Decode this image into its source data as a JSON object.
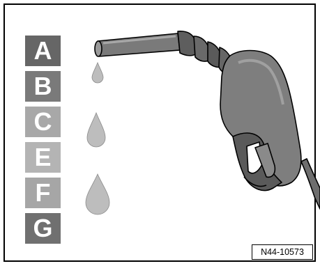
{
  "figure": {
    "reference_number": "N44-10573",
    "grades": [
      {
        "letter": "A",
        "color": "#666666"
      },
      {
        "letter": "B",
        "color": "#7a7a7a"
      },
      {
        "letter": "C",
        "color": "#a8a8a8"
      },
      {
        "letter": "E",
        "color": "#b4b4b4"
      },
      {
        "letter": "F",
        "color": "#a6a6a6"
      },
      {
        "letter": "G",
        "color": "#707070"
      }
    ],
    "drops": [
      "small-drop",
      "medium-drop",
      "large-drop"
    ],
    "illustration": "fuel-pump-nozzle-icon"
  }
}
